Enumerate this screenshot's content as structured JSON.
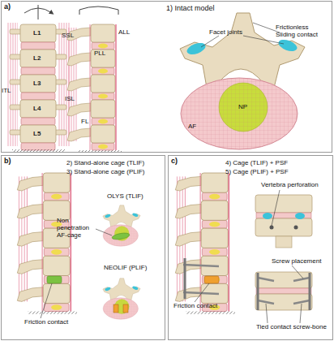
{
  "diagram": {
    "nodes": [
      {
        "text": [
          "a)",
          "1) Intact model"
        ]
      },
      {
        "text": [
          "b)",
          "2) Stand-alone cage (TLIF)",
          "3) Stand-alone cage (PLIF)"
        ]
      },
      {
        "text": [
          "c)",
          "4) Cage (TLIF) + PSF",
          "5) Cage (PLIF) + PSF"
        ]
      }
    ],
    "labels": [
      "L1",
      "L2",
      "L3",
      "L4",
      "L5",
      "SSL",
      "ITL",
      "ALL",
      "PLL",
      "ISL",
      "FL",
      "Facet joints",
      "Frictionless Sliding contact",
      "NP",
      "AF",
      "OLYS (TLIF)",
      "Non penetration AF-cage",
      "NEOLIF (PLIF)",
      "Friction contact",
      "Vertebra perforation",
      "Friction contact",
      "Screw placement",
      "Tied contact screw-bone"
    ]
  }
}
